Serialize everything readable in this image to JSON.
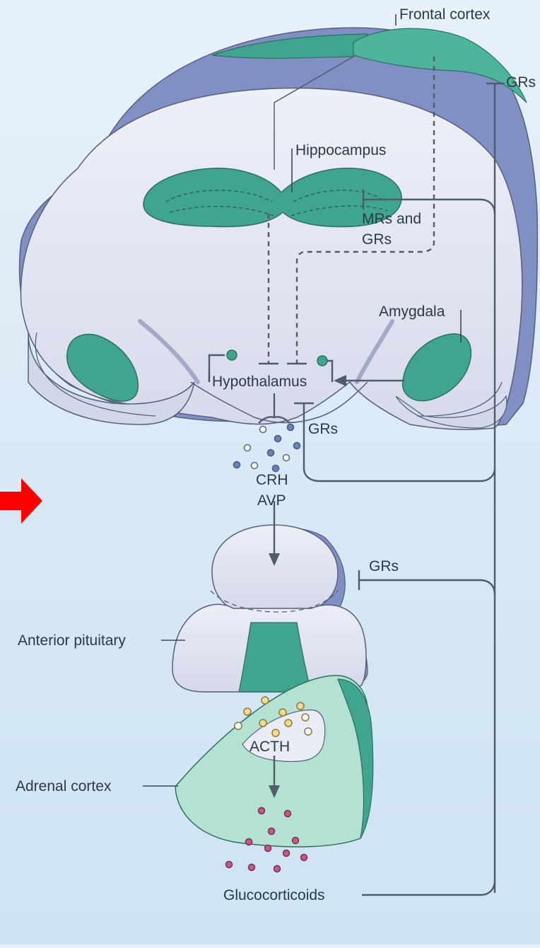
{
  "diagram": {
    "labels": {
      "frontal_cortex": "Frontal cortex",
      "grs_cortex": "GRs",
      "hippocampus": "Hippocampus",
      "mrs_and": "MRs and",
      "grs_hippo": "GRs",
      "amygdala": "Amygdala",
      "hypothalamus": "Hypothalamus",
      "grs_hypo": "GRs",
      "crh": "CRH",
      "avp": "AVP",
      "grs_pituitary": "GRs",
      "anterior_pituitary": "Anterior pituitary",
      "acth": "ACTH",
      "adrenal_cortex": "Adrenal cortex",
      "glucocorticoids": "Glucocorticoids"
    },
    "colors": {
      "brain_fill": "#dcdff0",
      "cortex_outer": "#7f8fc2",
      "region_teal": "#3fa58e",
      "adrenal_light": "#a7dccb",
      "line": "#4f5d68",
      "arrow_red": "#ff0000",
      "crh_dot_blue": "#6c83b4",
      "acth_dot": "#f3dc90",
      "gluco_dot": "#b84a7a"
    }
  }
}
